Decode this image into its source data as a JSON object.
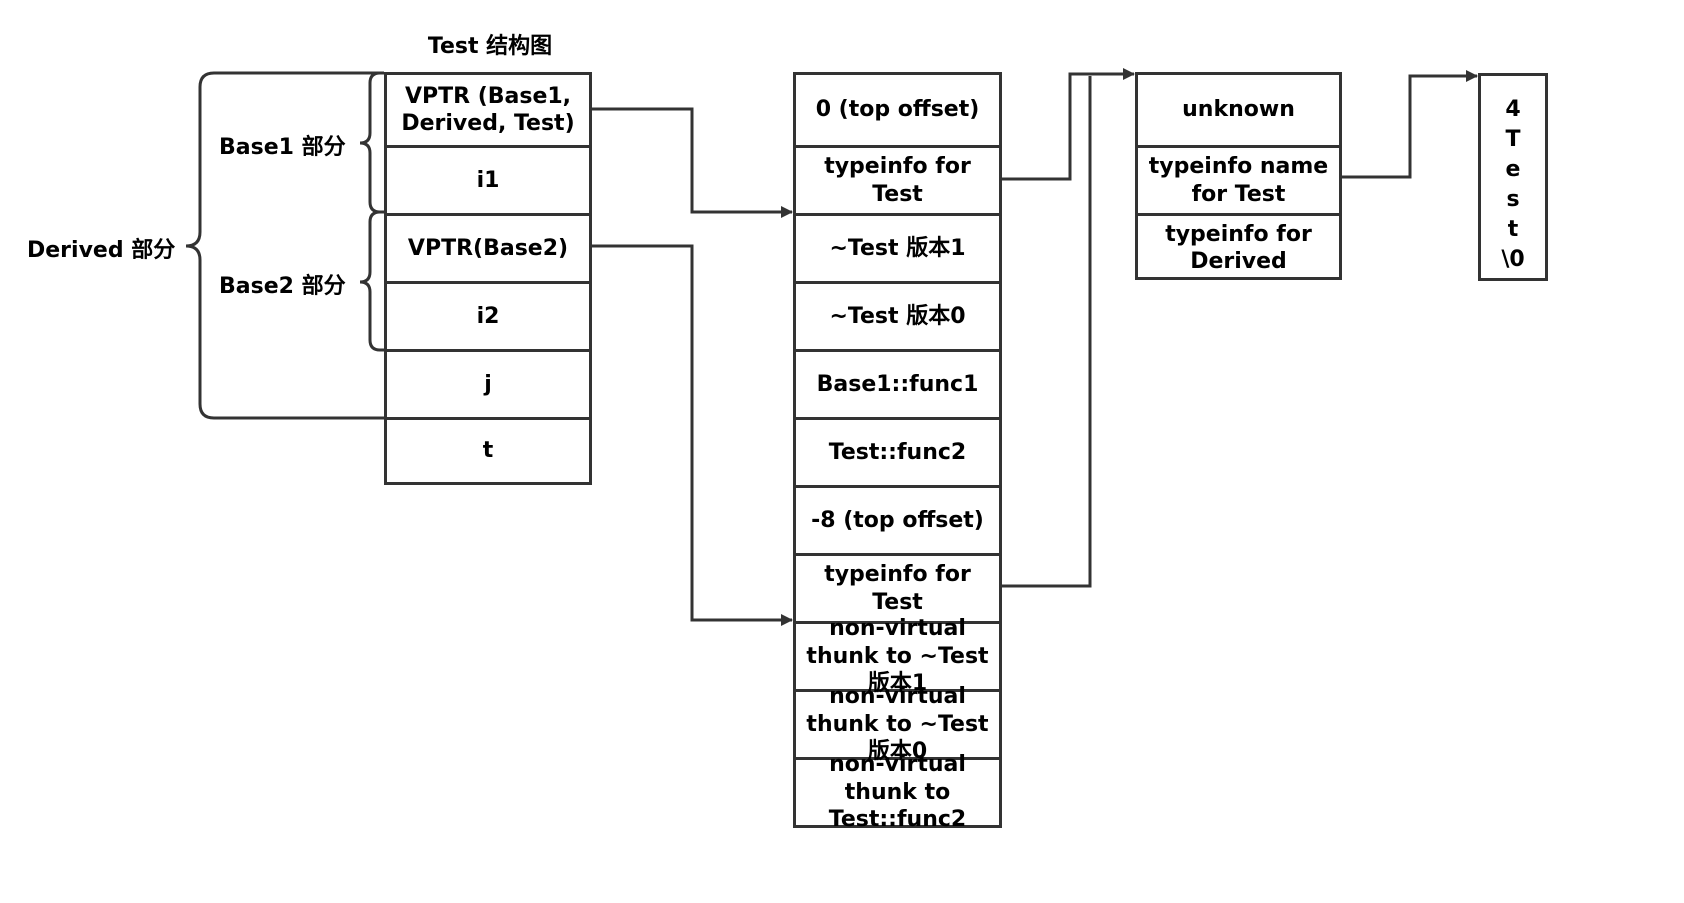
{
  "title": "Test 结构图",
  "object_layout": {
    "cells": [
      "VPTR (Base1, Derived, Test)",
      "i1",
      "VPTR(Base2)",
      "i2",
      "j",
      "t"
    ]
  },
  "brace_labels": {
    "base1": "Base1 部分",
    "base2": "Base2 部分",
    "derived": "Derived 部分"
  },
  "vtable": {
    "cells": [
      "0 (top offset)",
      "typeinfo for Test",
      "~Test 版本1",
      "~Test 版本0",
      "Base1::func1",
      "Test::func2",
      "-8 (top offset)",
      "typeinfo for Test",
      "non-virtual thunk to ~Test 版本1",
      "non-virtual thunk to ~Test 版本0",
      "non-virtual thunk to Test::func2"
    ]
  },
  "typeinfo": {
    "cells": [
      "unknown",
      "typeinfo name for Test",
      "typeinfo for Derived"
    ]
  },
  "type_name": {
    "chars": [
      "4",
      "T",
      "e",
      "s",
      "t",
      "\\0"
    ]
  },
  "colors": {
    "line": "#333333",
    "background": "#ffffff"
  }
}
